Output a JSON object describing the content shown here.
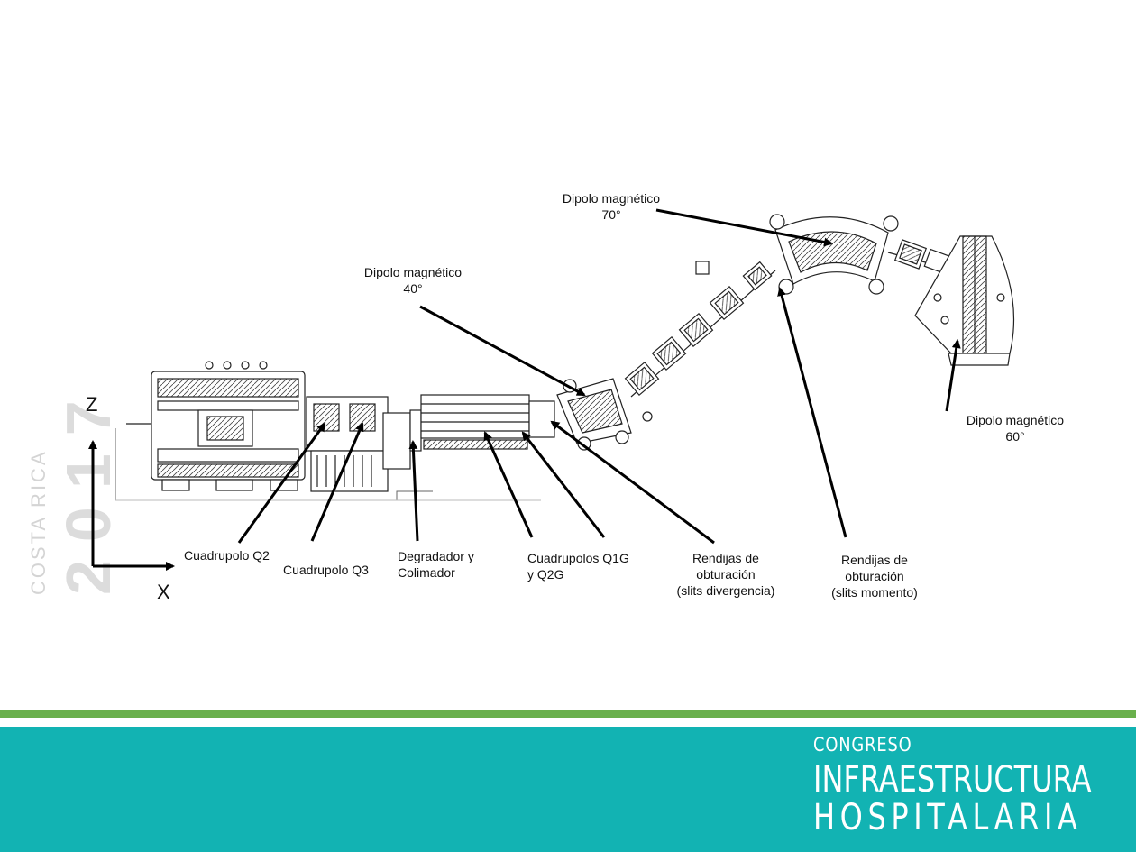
{
  "watermark": {
    "text_small": "COSTA RICA",
    "text_big": "2017"
  },
  "axes": {
    "z_label": "Z",
    "x_label": "X"
  },
  "labels": {
    "dipolo_70": [
      "Dipolo magnético",
      "70°"
    ],
    "dipolo_40": [
      "Dipolo magnético",
      "40°"
    ],
    "dipolo_60": [
      "Dipolo magnético",
      "60°"
    ],
    "cuadrupolo_q2": "Cuadrupolo Q2",
    "cuadrupolo_q3": "Cuadrupolo Q3",
    "degradador": [
      "Degradador y",
      "Colimador"
    ],
    "cuadrupolos_q1g": [
      "Cuadrupolos Q1G",
      "y Q2G"
    ],
    "rendijas_div": [
      "Rendijas de",
      "obturación",
      "(slits divergencia)"
    ],
    "rendijas_mom": [
      "Rendijas de",
      "obturación",
      "(slits momento)"
    ]
  },
  "footer": {
    "line1": "CONGRESO",
    "line2": "INFRAESTRUCTURA",
    "line3": "HOSPITALARIA"
  },
  "colors": {
    "accent_green": "#6ab04c",
    "band_teal": "#12b3b3"
  }
}
